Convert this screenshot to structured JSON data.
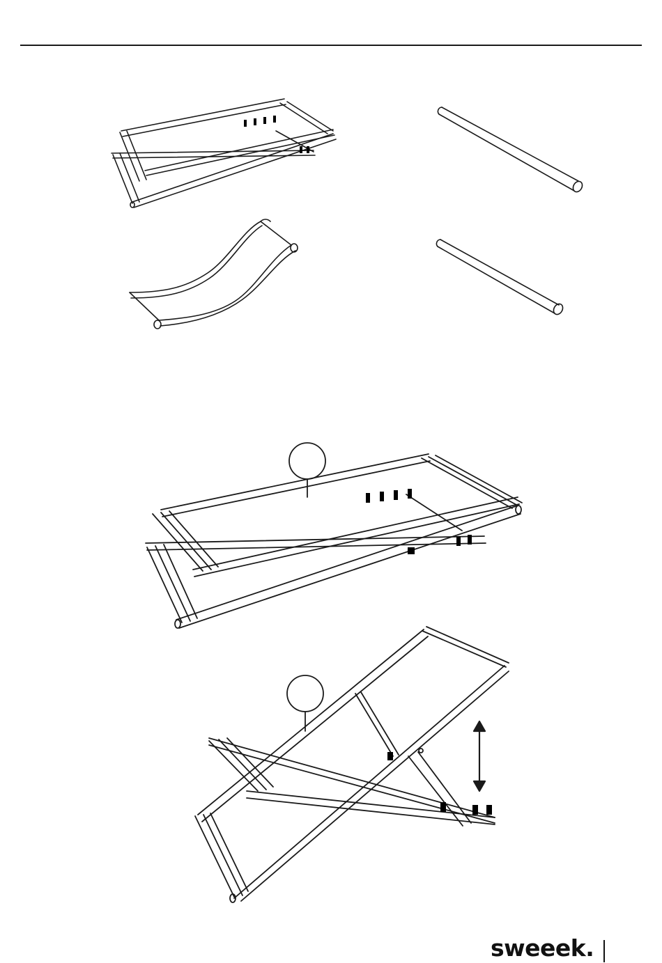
{
  "footer": {
    "brand": "sweeek."
  },
  "figures": [
    {
      "name": "folded-chair-frame"
    },
    {
      "name": "wooden-bar-1"
    },
    {
      "name": "fabric-seat"
    },
    {
      "name": "wooden-bar-2"
    },
    {
      "name": "frame-with-fabric-step"
    },
    {
      "name": "opened-chair-step"
    }
  ],
  "colors": {
    "ink": "#1a1a1a",
    "paper": "#ffffff"
  }
}
